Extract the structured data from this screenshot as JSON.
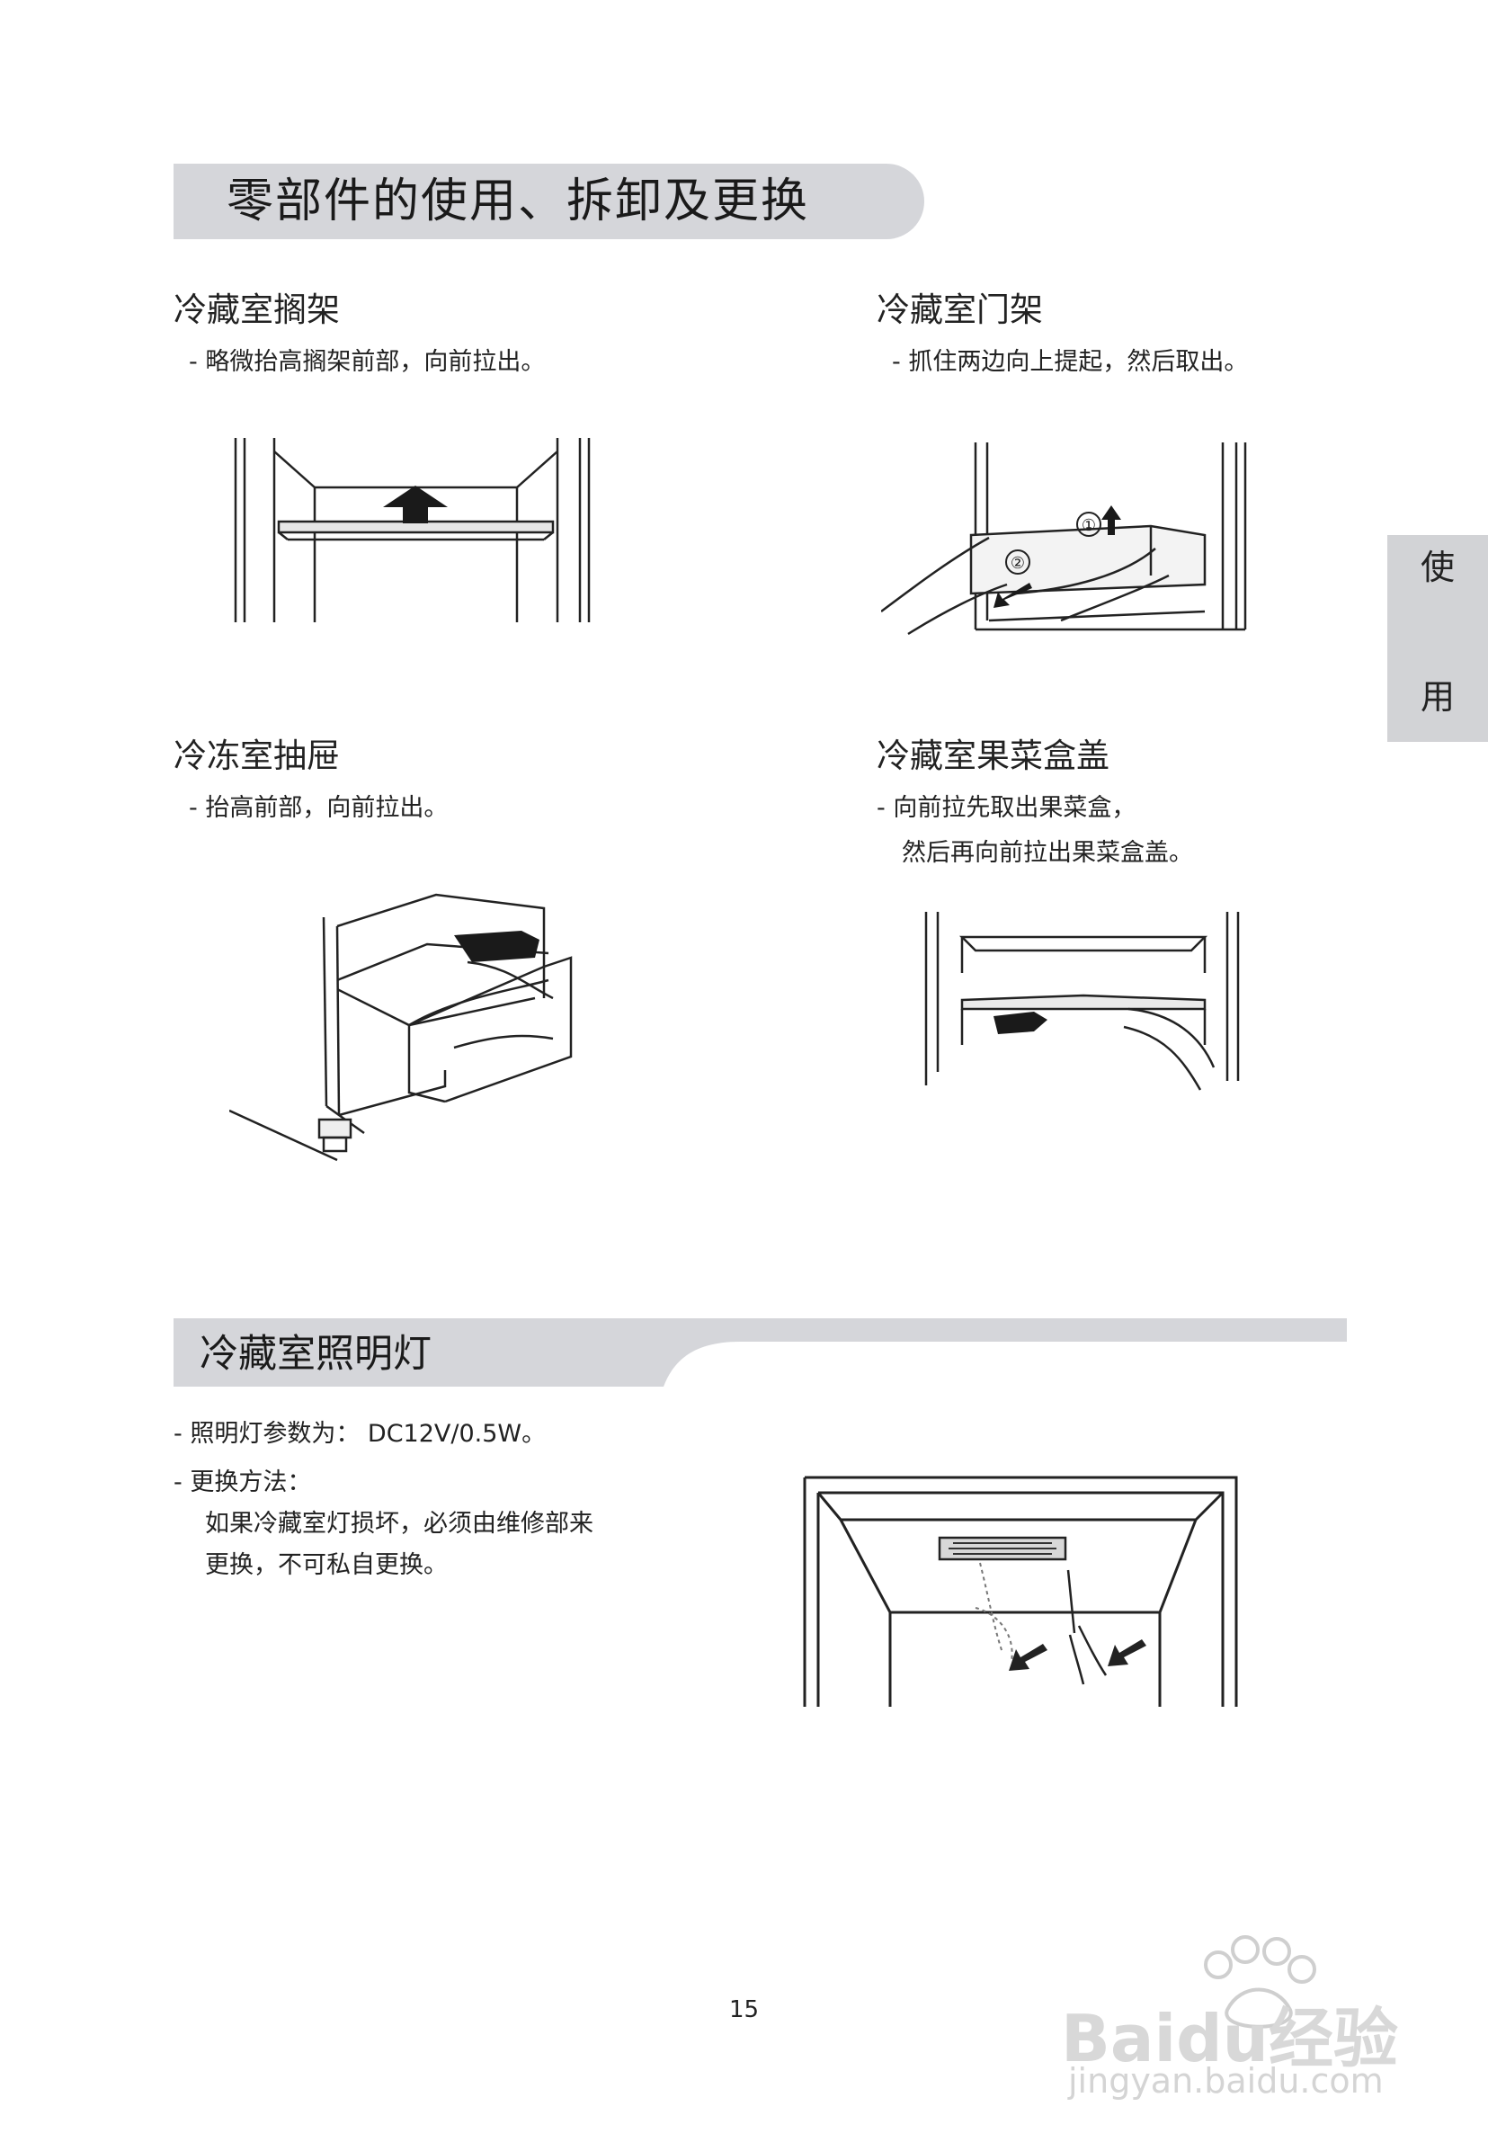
{
  "title": "零部件的使用、拆卸及更换",
  "side_tab": {
    "char1": "使",
    "char2": "用"
  },
  "sections": [
    {
      "heading": "冷藏室搁架",
      "lines": [
        "- 略微抬高搁架前部，向前拉出。"
      ]
    },
    {
      "heading": "冷藏室门架",
      "lines": [
        "- 抓住两边向上提起，然后取出。"
      ]
    },
    {
      "heading": "冷冻室抽屉",
      "lines": [
        "- 抬高前部，向前拉出。"
      ]
    },
    {
      "heading": "冷藏室果菜盒盖",
      "lines": [
        "- 向前拉先取出果菜盒，",
        "然后再向前拉出果菜盒盖。"
      ]
    }
  ],
  "door_rack_labels": {
    "step1": "①",
    "step2": "②"
  },
  "lighting": {
    "heading": "冷藏室照明灯",
    "spec": "- 照明灯参数为： DC12V/0.5W。",
    "method_label": "- 更换方法：",
    "method_lines": [
      "如果冷藏室灯损坏，必须由维修部来",
      "更换，不可私自更换。"
    ]
  },
  "page_number": "15",
  "watermark": {
    "brand": "Baidu经验",
    "url": "jingyan.baidu.com"
  },
  "colors": {
    "title_bar": "#d5d6da",
    "side_tab": "#d2d3d6"
  }
}
